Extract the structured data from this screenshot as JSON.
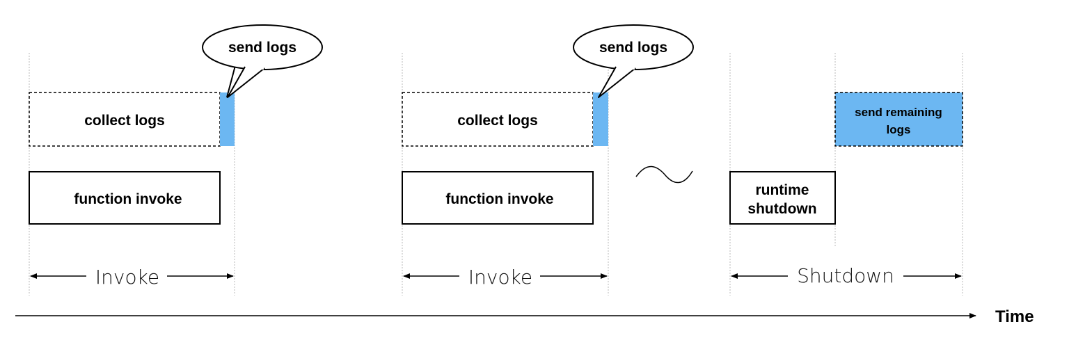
{
  "colors": {
    "accent": "#6cb7f2",
    "line": "#000000",
    "guide": "#b8b8b8"
  },
  "phase_1": {
    "speech": "send logs",
    "collect": "collect logs",
    "invoke_box": "function invoke",
    "span_label": "Invoke"
  },
  "phase_2": {
    "speech": "send logs",
    "collect": "collect logs",
    "invoke_box": "function invoke",
    "span_label": "Invoke"
  },
  "phase_3": {
    "runtime_box_line1": "runtime",
    "runtime_box_line2": "shutdown",
    "remaining_line1": "send remaining",
    "remaining_line2": "logs",
    "span_label": "Shutdown"
  },
  "time_axis": {
    "label": "Time"
  }
}
